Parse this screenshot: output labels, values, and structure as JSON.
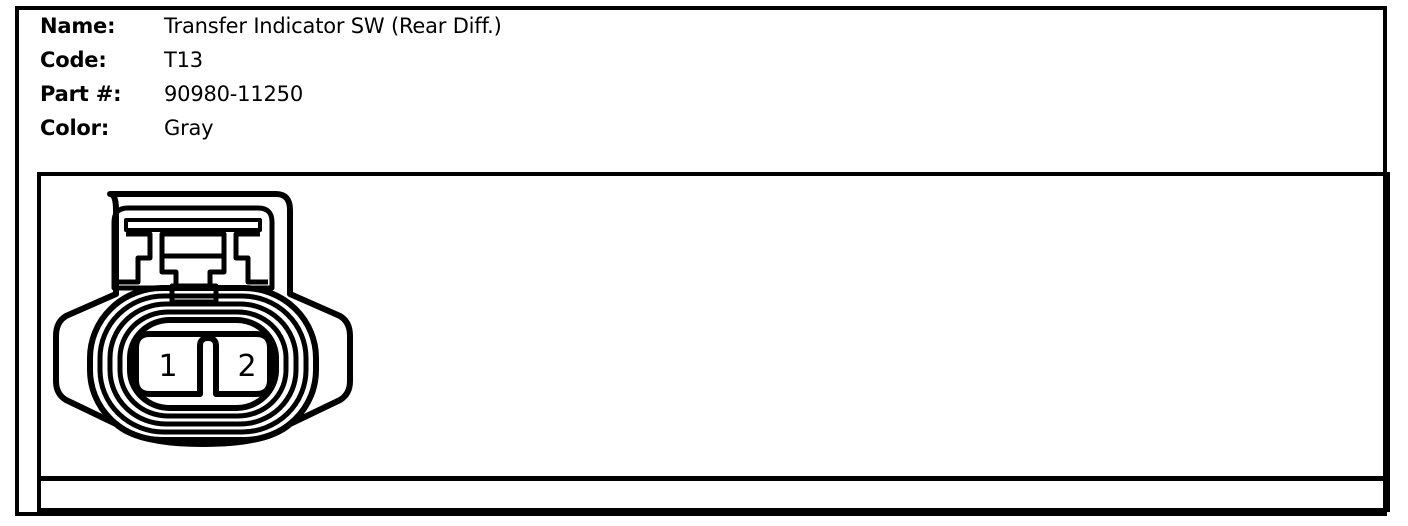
{
  "header": {
    "rows": [
      {
        "label": "Name:",
        "value": "Transfer Indicator SW (Rear Diff.)"
      },
      {
        "label": "Code:",
        "value": "T13"
      },
      {
        "label": "Part #:",
        "value": "90980-11250"
      },
      {
        "label": "Color:",
        "value": "Gray"
      }
    ]
  },
  "diagram": {
    "title": "connector-face-view",
    "connector_type": "2-pin female connector face view",
    "pins": [
      {
        "number": "1",
        "position": "left"
      },
      {
        "number": "2",
        "position": "right"
      }
    ],
    "pin_count": 2
  },
  "colors": {
    "line": "#000000",
    "background": "#ffffff"
  }
}
